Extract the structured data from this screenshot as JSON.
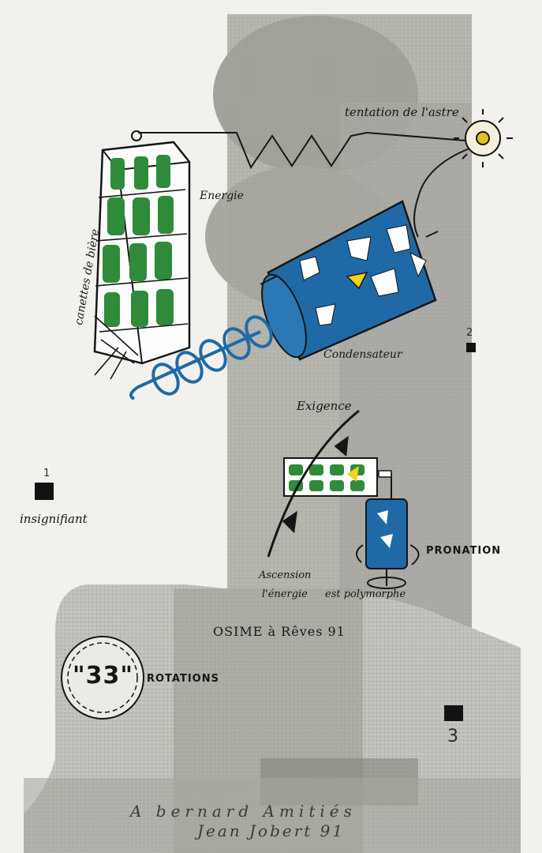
{
  "labels": {
    "tentation": "tentation de l'astre",
    "energie": "Energie",
    "canettes": "canettes de bière",
    "condensateur": "Condensateur",
    "exigence": "Exigence",
    "insignifiant": "insignifiant",
    "pronation": "PRONATION",
    "ascension_line1": "Ascension",
    "ascension_line2": "l'énergie",
    "polymorphe": "est polymorphe",
    "title": "OSIME à Rêves 91",
    "cap_number": "\"33\"",
    "rotations": "ROTATIONS",
    "num1": "1",
    "num2": "2",
    "num3": "3",
    "dedication": "A bernard Amitiés",
    "signature": "Jean Jobert 91"
  },
  "colors": {
    "paper": "#f2f1ee",
    "halftone_gray": "#b1b0a9",
    "ink": "#161616",
    "cobalt_blue": "#1f6aa6",
    "bottle_green": "#2f8a3a",
    "yellow": "#f2d21c"
  }
}
